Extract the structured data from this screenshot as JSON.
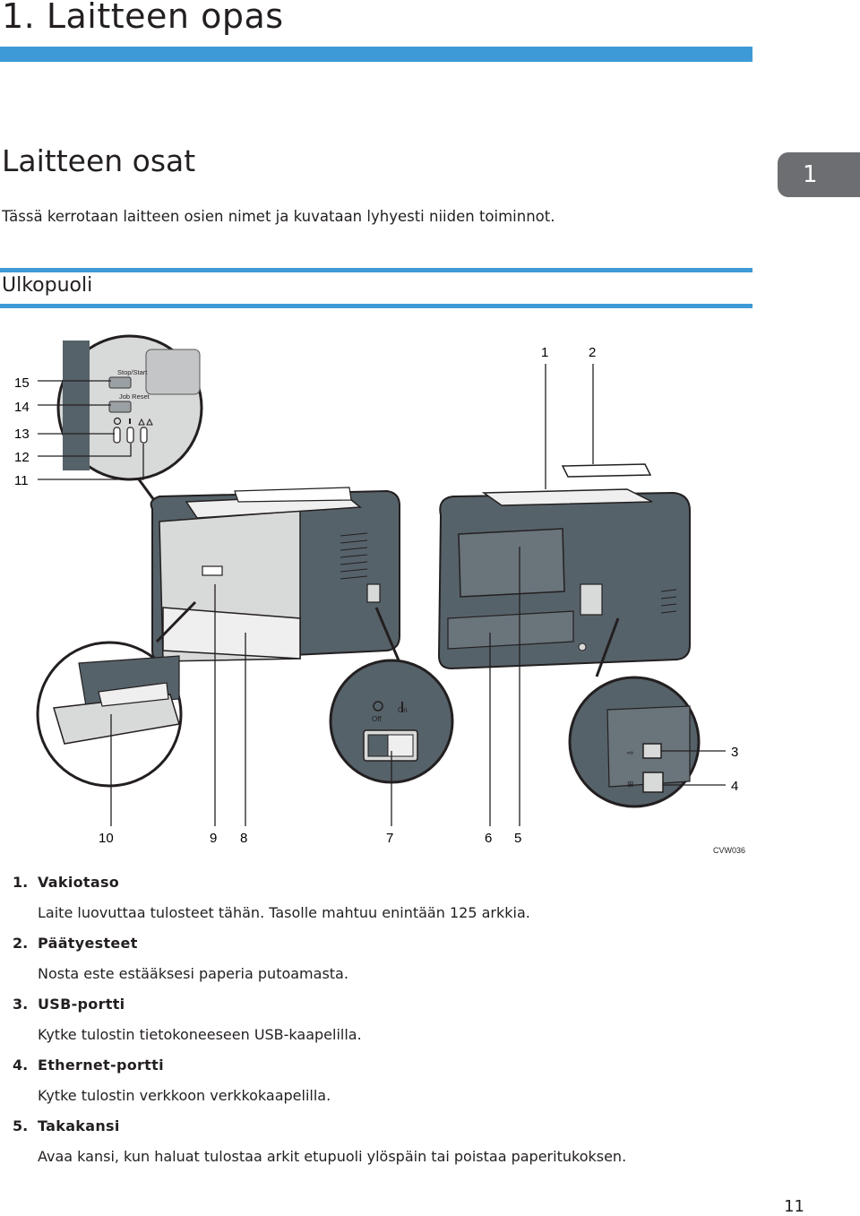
{
  "chapter": {
    "title": "1. Laitteen opas",
    "tab_number": "1"
  },
  "section": {
    "title": "Laitteen osat",
    "intro": "Tässä kerrotaan laitteen osien nimet ja kuvataan lyhyesti niiden toiminnot."
  },
  "subsection": {
    "title": "Ulkopuoli"
  },
  "figure": {
    "code": "CVW036",
    "panel_labels": {
      "stop_start": "Stop/Start",
      "job_reset": "Job Reset",
      "off": "Off",
      "on": "On"
    },
    "callouts": {
      "c1": "1",
      "c2": "2",
      "c3": "3",
      "c4": "4",
      "c5": "5",
      "c6": "6",
      "c7": "7",
      "c8": "8",
      "c9": "9",
      "c10": "10",
      "c11": "11",
      "c12": "12",
      "c13": "13",
      "c14": "14",
      "c15": "15"
    },
    "colors": {
      "body": "#566269",
      "panel": "#d8d9d9",
      "tray": "#efefef",
      "accent_blue": "#3e9ad6"
    }
  },
  "legend": [
    {
      "number": "1.",
      "name": "Vakiotaso",
      "description": "Laite luovuttaa tulosteet tähän. Tasolle mahtuu enintään 125 arkkia."
    },
    {
      "number": "2.",
      "name": "Päätyesteet",
      "description": "Nosta este estääksesi paperia putoamasta."
    },
    {
      "number": "3.",
      "name": "USB-portti",
      "description": "Kytke tulostin tietokoneeseen USB-kaapelilla."
    },
    {
      "number": "4.",
      "name": "Ethernet-portti",
      "description": "Kytke tulostin verkkoon verkkokaapelilla."
    },
    {
      "number": "5.",
      "name": "Takakansi",
      "description": "Avaa kansi, kun haluat tulostaa arkit etupuoli ylöspäin tai poistaa paperitukoksen."
    }
  ],
  "page_number": "11"
}
